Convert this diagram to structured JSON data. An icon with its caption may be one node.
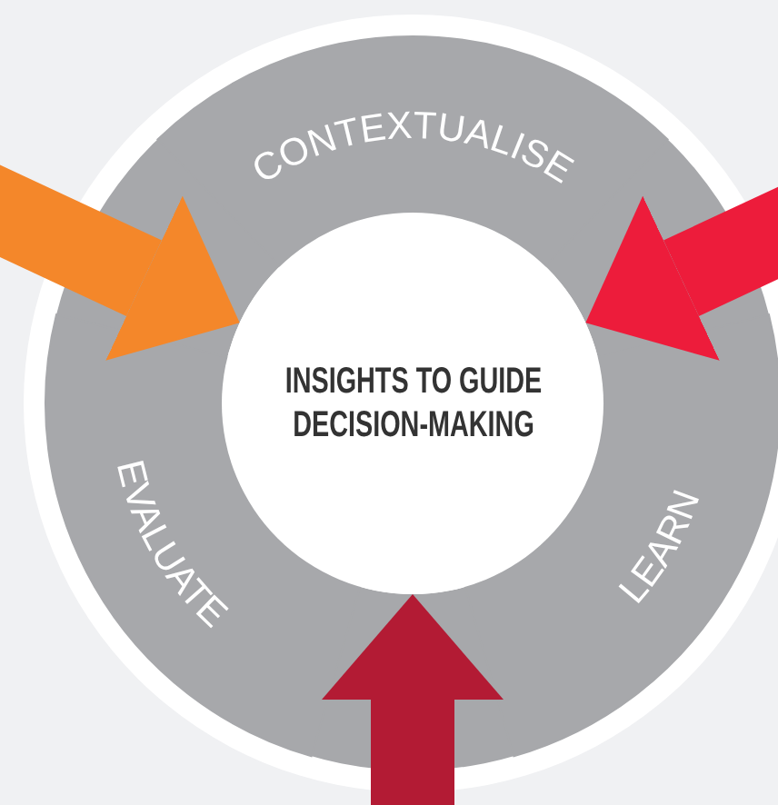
{
  "diagram": {
    "nodes": [
      {
        "text": [
          "CONTEXTUALISE"
        ]
      },
      {
        "text": [
          "INSIGHTS TO GUIDE DECISION-MAKING"
        ]
      },
      {
        "text": [
          "EVALUATE"
        ]
      },
      {
        "text": [
          "LEARN"
        ]
      }
    ],
    "edges": [
      {
        "from": null,
        "to": 1,
        "arrow": "to",
        "color": "#f4872a"
      },
      {
        "from": null,
        "to": 1,
        "arrow": "to",
        "color": "#ed1c3b"
      },
      {
        "from": null,
        "to": 1,
        "arrow": "to",
        "color": "#b31b34"
      }
    ]
  }
}
